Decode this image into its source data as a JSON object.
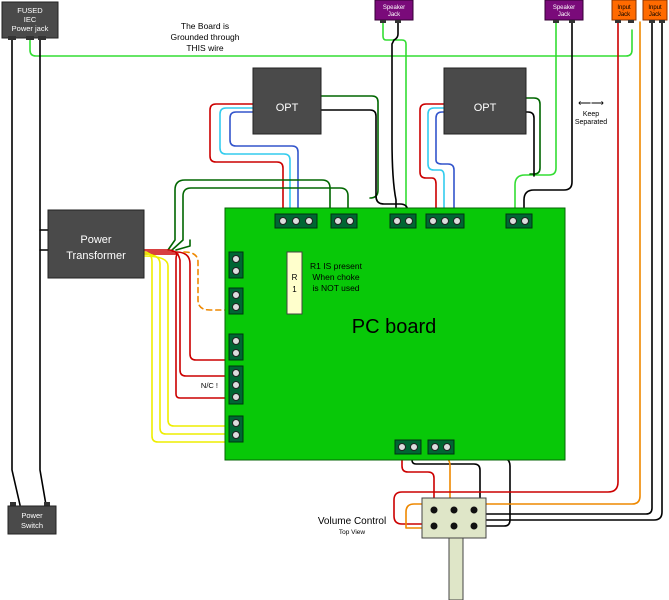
{
  "fused_jack": {
    "line1": "FUSED",
    "line2": "IEC",
    "line3": "Power jack"
  },
  "ground_note": {
    "line1": "The Board is",
    "line2": "Grounded through",
    "line3": "THIS wire"
  },
  "speaker_jack_left": {
    "line1": "Speaker",
    "line2": "Jack"
  },
  "speaker_jack_right": {
    "line1": "Speaker",
    "line2": "Jack"
  },
  "input_jack_left": {
    "line1": "Input",
    "line2": "Jack"
  },
  "input_jack_right": {
    "line1": "Input",
    "line2": "Jack"
  },
  "opt_left": {
    "label": "OPT"
  },
  "opt_right": {
    "label": "OPT"
  },
  "keep_separated": {
    "arrow": "⟵⟶",
    "line1": "Keep",
    "line2": "Separated"
  },
  "power_transformer": {
    "line1": "Power",
    "line2": "Transformer"
  },
  "r1": {
    "line1": "R",
    "line2": "1"
  },
  "r1_note": {
    "line1": "R1 IS present",
    "line2": "When choke",
    "line3": "is NOT used"
  },
  "pc_board": {
    "label": "PC board"
  },
  "nc_label": {
    "text": "N/C !"
  },
  "power_switch": {
    "line1": "Power",
    "line2": "Switch"
  },
  "volume_control": {
    "label": "Volume Control",
    "sublabel": "Top View"
  },
  "colors": {
    "board": "#08c808",
    "box": "#4a4a4a",
    "speaker_jack": "#7a0a7a",
    "input_jack": "#ff6a00",
    "wire_green": "#006600",
    "wire_lime": "#33dd33",
    "wire_red": "#cc0000",
    "wire_cyan": "#33ccee",
    "wire_blue": "#3355cc",
    "wire_yellow": "#eeee00",
    "wire_orange": "#ee8800",
    "wire_black": "#000000"
  }
}
